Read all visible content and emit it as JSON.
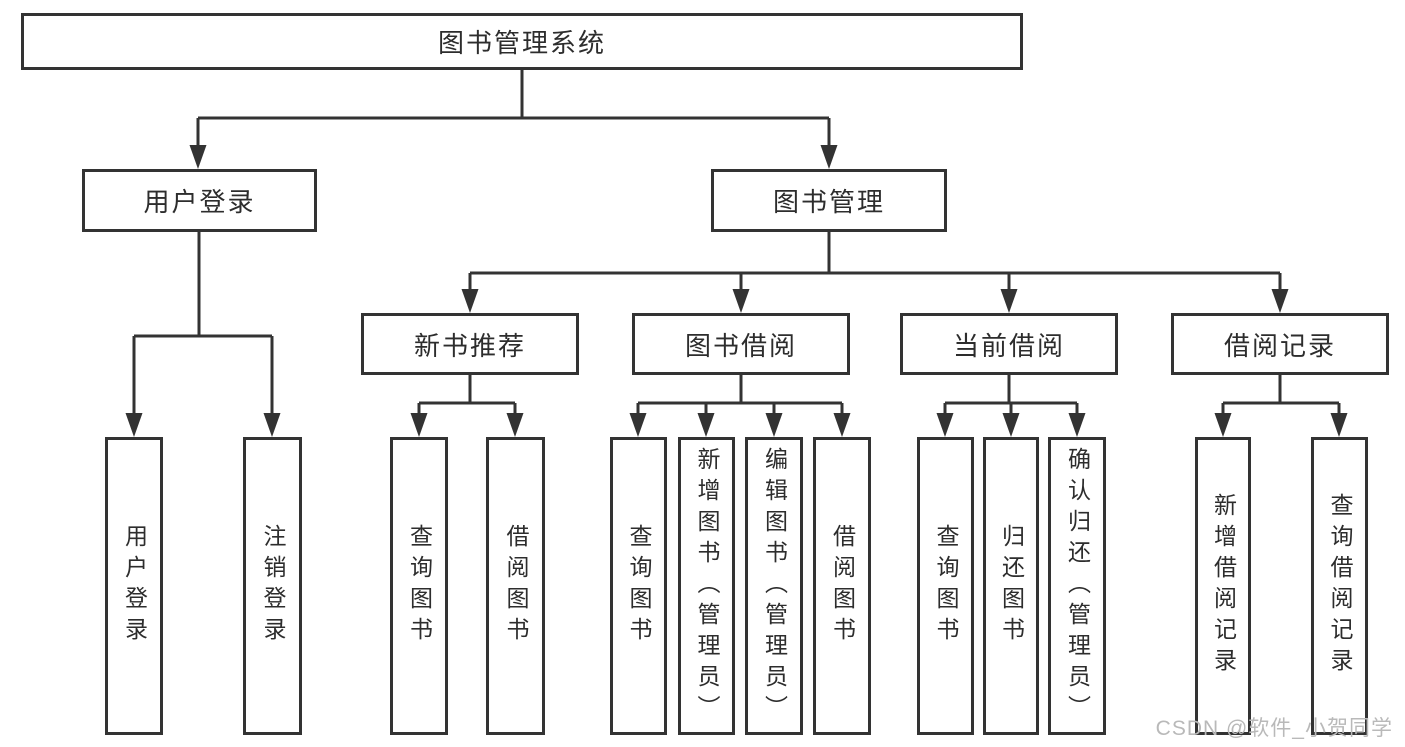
{
  "tree": {
    "label": "图书管理系统",
    "children": [
      {
        "label": "用户登录",
        "children": [
          {
            "label": "用户登录"
          },
          {
            "label": "注销登录"
          }
        ]
      },
      {
        "label": "图书管理",
        "children": [
          {
            "label": "新书推荐",
            "children": [
              {
                "label": "查询图书"
              },
              {
                "label": "借阅图书"
              }
            ]
          },
          {
            "label": "图书借阅",
            "children": [
              {
                "label": "查询图书"
              },
              {
                "label": "新增图书（管理员）"
              },
              {
                "label": "编辑图书（管理员）"
              },
              {
                "label": "借阅图书"
              }
            ]
          },
          {
            "label": "当前借阅",
            "children": [
              {
                "label": "查询图书"
              },
              {
                "label": "归还图书"
              },
              {
                "label": "确认归还（管理员）"
              }
            ]
          },
          {
            "label": "借阅记录",
            "children": [
              {
                "label": "新增借阅记录"
              },
              {
                "label": "查询借阅记录"
              }
            ]
          }
        ]
      }
    ]
  },
  "watermark": {
    "text": "CSDN @软件_小贺同学"
  },
  "colors": {
    "line": "#333333",
    "box_border": "#333333",
    "text": "#2d2d2d",
    "watermark": "#b9b9b9",
    "background": "#ffffff"
  }
}
